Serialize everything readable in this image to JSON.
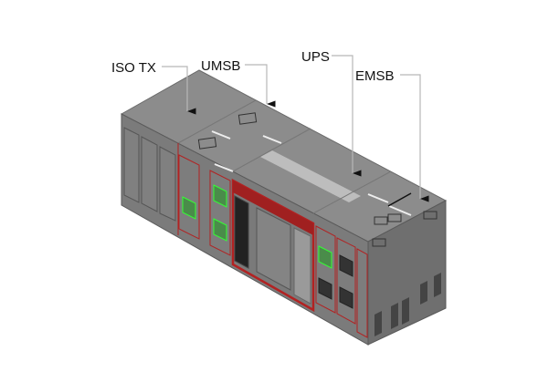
{
  "diagram": {
    "labels": {
      "iso_tx": "ISO TX",
      "umsb": "UMSB",
      "ups": "UPS",
      "emsb": "EMSB"
    },
    "colors": {
      "body": "#7a7a7a",
      "top": "#8a8a8a",
      "accent_red": "#b22222",
      "breaker_green": "#33cc33"
    }
  }
}
